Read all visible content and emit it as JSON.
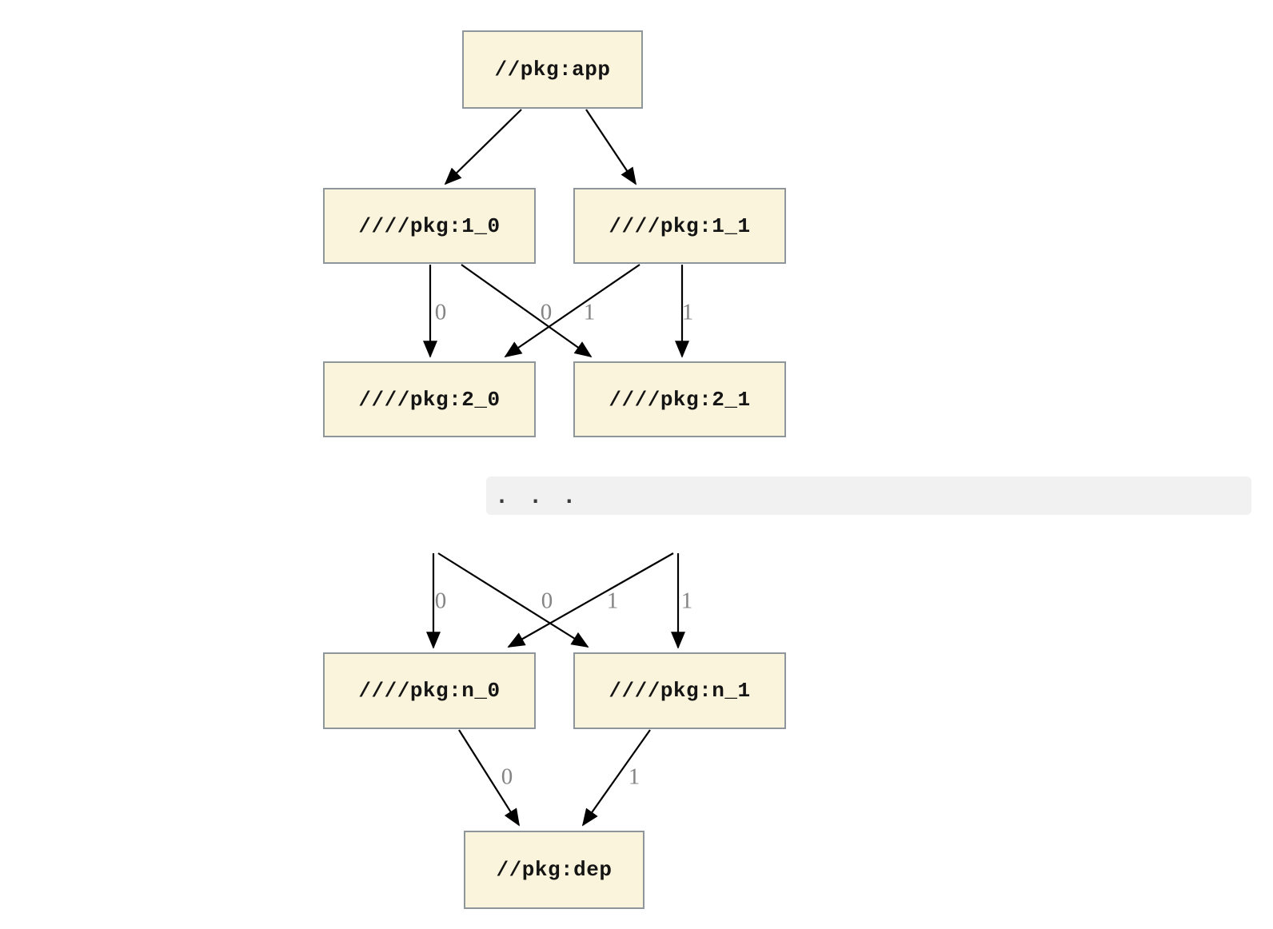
{
  "diagram": {
    "nodes": {
      "app": "//pkg:app",
      "l1_0": "////pkg:1_0",
      "l1_1": "////pkg:1_1",
      "l2_0": "////pkg:2_0",
      "l2_1": "////pkg:2_1",
      "ln_0": "////pkg:n_0",
      "ln_1": "////pkg:n_1",
      "dep": "//pkg:dep"
    },
    "ellipsis": ". . .",
    "edge_labels": {
      "upper": [
        "0",
        "0",
        "1",
        "1"
      ],
      "middle": [
        "0",
        "0",
        "1",
        "1"
      ],
      "bottom": [
        "0",
        "1"
      ]
    },
    "colors": {
      "node_fill": "#FBF4DC",
      "node_border": "#8E959B",
      "edge": "#000000",
      "edge_label": "#848484",
      "ellipsis_band": "#F1F1F1",
      "ellipsis_text": "#3A3A3A",
      "page_bg": "#FFFFFF"
    }
  }
}
